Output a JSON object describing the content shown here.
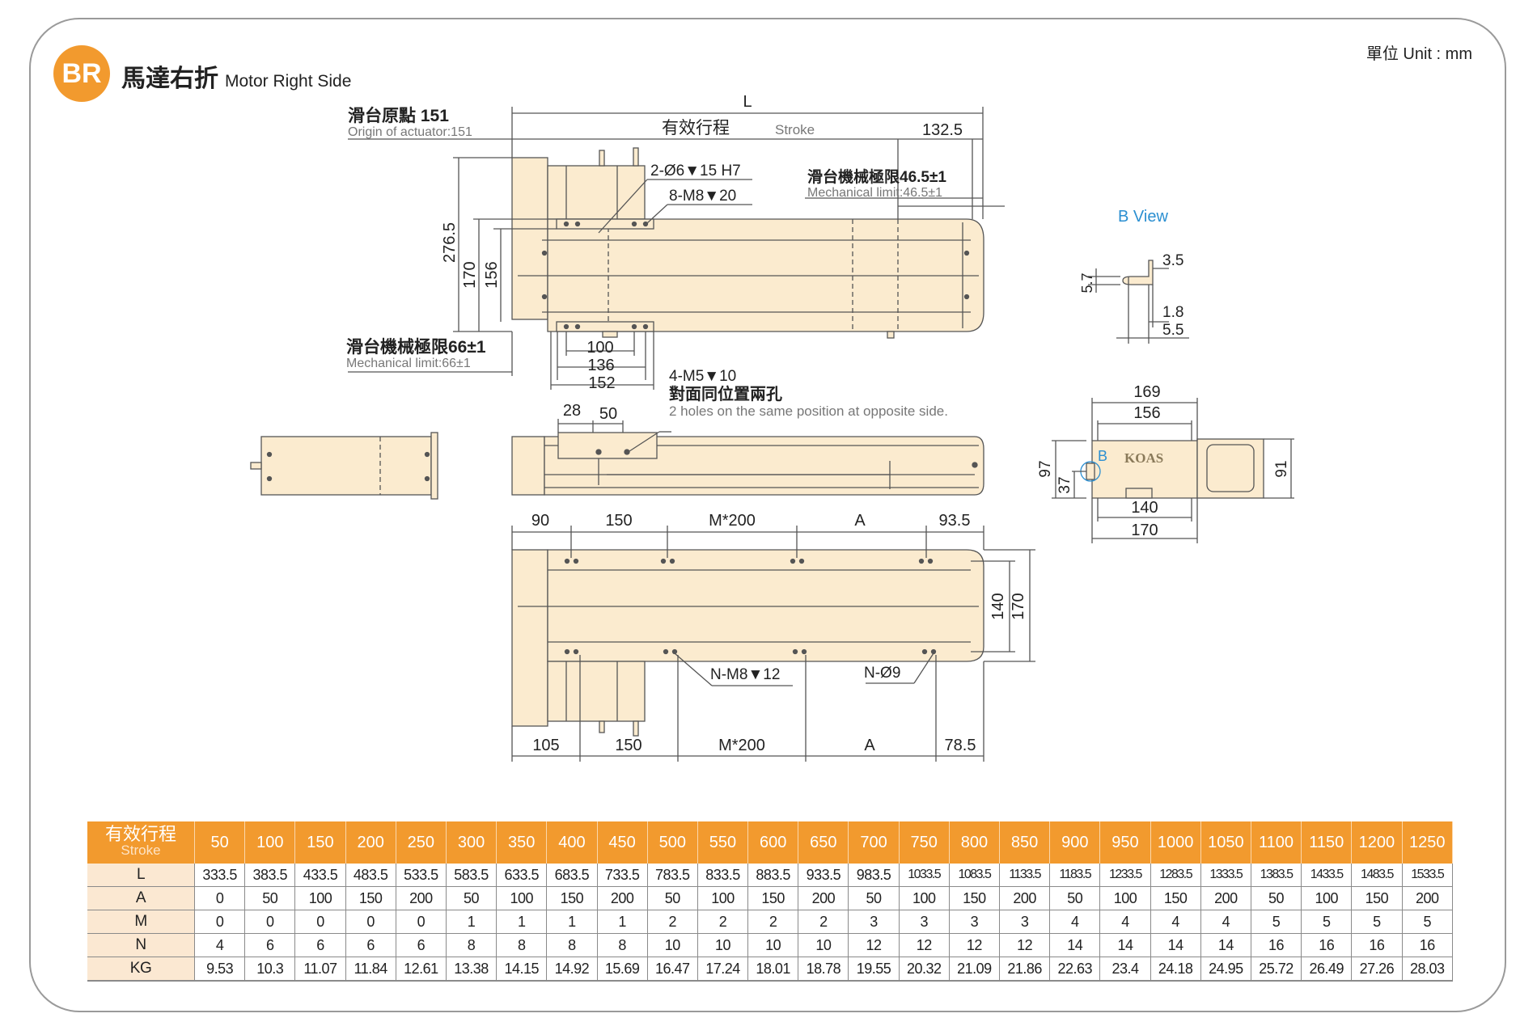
{
  "header": {
    "badge": "BR",
    "title_zh": "馬達右折",
    "title_en": "Motor Right Side",
    "unit": "單位 Unit : mm"
  },
  "drawing": {
    "top_view": {
      "dim_L": "L",
      "stroke_zh": "有效行程",
      "stroke_en": "Stroke",
      "dim_132_5": "132.5",
      "origin_zh": "滑台原點 151",
      "origin_en": "Origin of actuator:151",
      "pin_hole": "2-Ø6▼15 H7",
      "thread_hole": "8-M8▼20",
      "mech_limit_right_zh": "滑台機械極限46.5±1",
      "mech_limit_right_en": "Mechanical limit:46.5±1",
      "dim_276_5": "276.5",
      "dim_170": "170",
      "dim_156": "156",
      "mech_limit_left_zh": "滑台機械極限66±1",
      "mech_limit_left_en": "Mechanical limit:66±1",
      "dim_100": "100",
      "dim_136": "136",
      "dim_152": "152"
    },
    "side_view": {
      "dim_28": "28",
      "dim_50": "50",
      "hole_note": "4-M5▼10",
      "hole_note_zh": "對面同位置兩孔",
      "hole_note_en": "2 holes on the same position at opposite side."
    },
    "bottom_view": {
      "top_dims": [
        "90",
        "150",
        "M*200",
        "A",
        "93.5"
      ],
      "bottom_dims": [
        "105",
        "150",
        "M*200",
        "A",
        "78.5"
      ],
      "dim_140": "140",
      "dim_170": "170",
      "thread_note": "N-M8▼12",
      "hole_note": "N-Ø9"
    },
    "b_view": {
      "title": "B View",
      "dim_5_7": "5.7",
      "dim_3_5": "3.5",
      "dim_1_8": "1.8",
      "dim_5_5": "5.5"
    },
    "end_view": {
      "dim_169": "169",
      "dim_156": "156",
      "dim_140": "140",
      "dim_170": "170",
      "dim_97": "97",
      "dim_37": "37",
      "dim_91": "91",
      "b_marker": "B",
      "logo": "KOAS"
    }
  },
  "table": {
    "header_zh": "有效行程",
    "header_en": "Stroke",
    "strokes": [
      "50",
      "100",
      "150",
      "200",
      "250",
      "300",
      "350",
      "400",
      "450",
      "500",
      "550",
      "600",
      "650",
      "700",
      "750",
      "800",
      "850",
      "900",
      "950",
      "1000",
      "1050",
      "1100",
      "1150",
      "1200",
      "1250"
    ],
    "rows": [
      {
        "label": "L",
        "values": [
          "333.5",
          "383.5",
          "433.5",
          "483.5",
          "533.5",
          "583.5",
          "633.5",
          "683.5",
          "733.5",
          "783.5",
          "833.5",
          "883.5",
          "933.5",
          "983.5",
          "1033.5",
          "1083.5",
          "1133.5",
          "1183.5",
          "1233.5",
          "1283.5",
          "1333.5",
          "1383.5",
          "1433.5",
          "1483.5",
          "1533.5"
        ]
      },
      {
        "label": "A",
        "values": [
          "0",
          "50",
          "100",
          "150",
          "200",
          "50",
          "100",
          "150",
          "200",
          "50",
          "100",
          "150",
          "200",
          "50",
          "100",
          "150",
          "200",
          "50",
          "100",
          "150",
          "200",
          "50",
          "100",
          "150",
          "200"
        ]
      },
      {
        "label": "M",
        "values": [
          "0",
          "0",
          "0",
          "0",
          "0",
          "1",
          "1",
          "1",
          "1",
          "2",
          "2",
          "2",
          "2",
          "3",
          "3",
          "3",
          "3",
          "4",
          "4",
          "4",
          "4",
          "5",
          "5",
          "5",
          "5"
        ]
      },
      {
        "label": "N",
        "values": [
          "4",
          "6",
          "6",
          "6",
          "6",
          "8",
          "8",
          "8",
          "8",
          "10",
          "10",
          "10",
          "10",
          "12",
          "12",
          "12",
          "12",
          "14",
          "14",
          "14",
          "14",
          "16",
          "16",
          "16",
          "16"
        ]
      },
      {
        "label": "KG",
        "values": [
          "9.53",
          "10.3",
          "11.07",
          "11.84",
          "12.61",
          "13.38",
          "14.15",
          "14.92",
          "15.69",
          "16.47",
          "17.24",
          "18.01",
          "18.78",
          "19.55",
          "20.32",
          "21.09",
          "21.86",
          "22.63",
          "23.4",
          "24.18",
          "24.95",
          "25.72",
          "26.49",
          "27.26",
          "28.03"
        ]
      }
    ]
  },
  "colors": {
    "accent": "#f29a2e",
    "body_fill": "#fbebcf",
    "line": "#555555",
    "b_view": "#2b8fd1"
  }
}
